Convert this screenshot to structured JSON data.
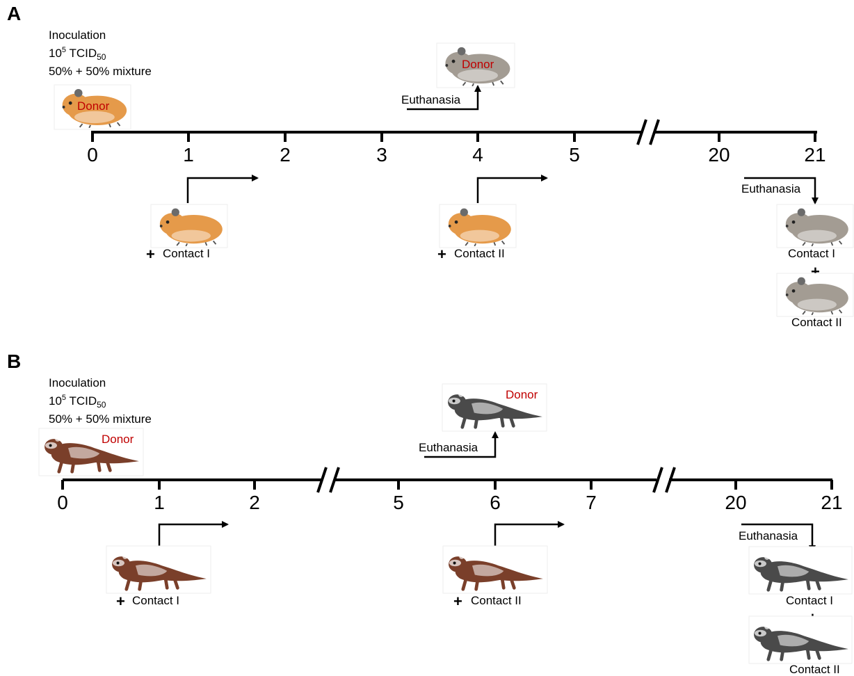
{
  "colors": {
    "donor_text": "#c00000",
    "hamster_live": "#e59a4a",
    "hamster_dead": "#a39c93",
    "ferret_live": "#7a3f2a",
    "ferret_dead": "#4a4a4a"
  },
  "panel_a": {
    "letter": "A",
    "inoculation": {
      "line1": "Inoculation",
      "dose_base": "10",
      "dose_exp": "5",
      "dose_unit": " TCID",
      "dose_sub": "50",
      "line3": "50% + 50% mixture"
    },
    "donor_label": "Donor",
    "euthanasia_label": "Euthanasia",
    "contact_i_label": "Contact I",
    "contact_ii_label": "Contact II",
    "plus": "+",
    "ticks": [
      "0",
      "1",
      "2",
      "3",
      "4",
      "5",
      "20",
      "21"
    ],
    "animal_icon": "hamster-icon"
  },
  "panel_b": {
    "letter": "B",
    "inoculation": {
      "line1": "Inoculation",
      "dose_base": "10",
      "dose_exp": "5",
      "dose_unit": " TCID",
      "dose_sub": "50",
      "line3": "50% + 50% mixture"
    },
    "donor_label": "Donor",
    "euthanasia_label": "Euthanasia",
    "contact_i_label": "Contact I",
    "contact_ii_label": "Contact II",
    "plus": "+",
    "ticks": [
      "0",
      "1",
      "2",
      "5",
      "6",
      "7",
      "20",
      "21"
    ],
    "animal_icon": "ferret-icon"
  }
}
